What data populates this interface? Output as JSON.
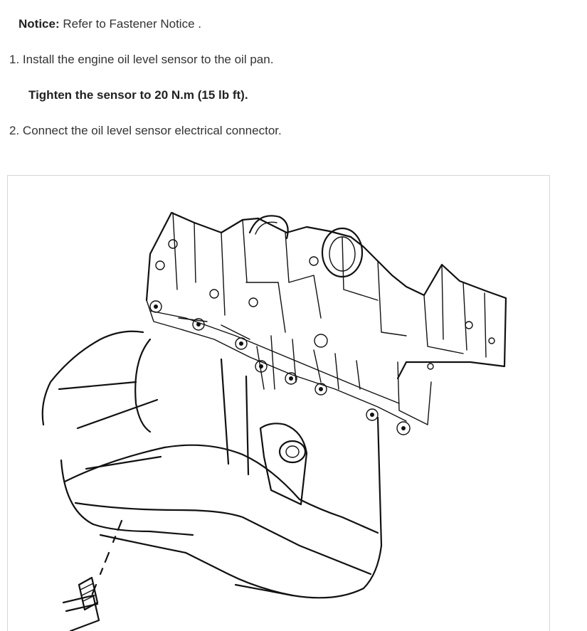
{
  "notice": {
    "label": "Notice:",
    "text": " Refer to Fastener Notice ."
  },
  "steps": [
    {
      "number": "1.",
      "text": " Install the engine oil level sensor to the oil pan."
    },
    {
      "number": "2.",
      "text": " Connect the oil level sensor electrical connector."
    }
  ],
  "torque_spec": "Tighten the sensor to 20 N.m (15 lb ft)."
}
